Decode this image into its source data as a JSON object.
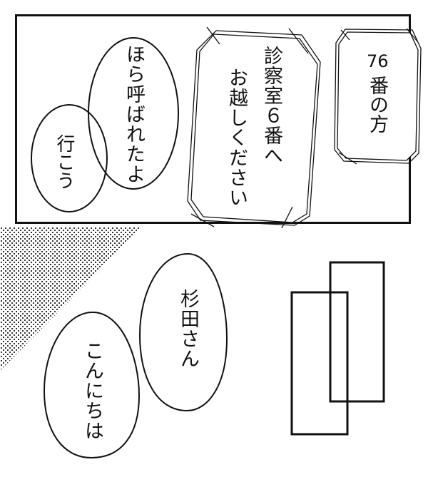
{
  "comic": {
    "top_panel": {
      "bubbles": {
        "hora_yobareta": "ほら呼ばれたよ",
        "ikou": "行こう"
      },
      "announcements": {
        "main_line1": "診察室６番へ",
        "main_line2": "お越しください",
        "number_line1": "76",
        "number_line2": "番の方"
      }
    },
    "bottom_panel": {
      "bubbles": {
        "sugita_san": "杉田さん",
        "konnichiwa": "こんにちは"
      }
    },
    "colors": {
      "ink": "#111111",
      "paper": "#ffffff",
      "screentone": "#444444"
    }
  }
}
